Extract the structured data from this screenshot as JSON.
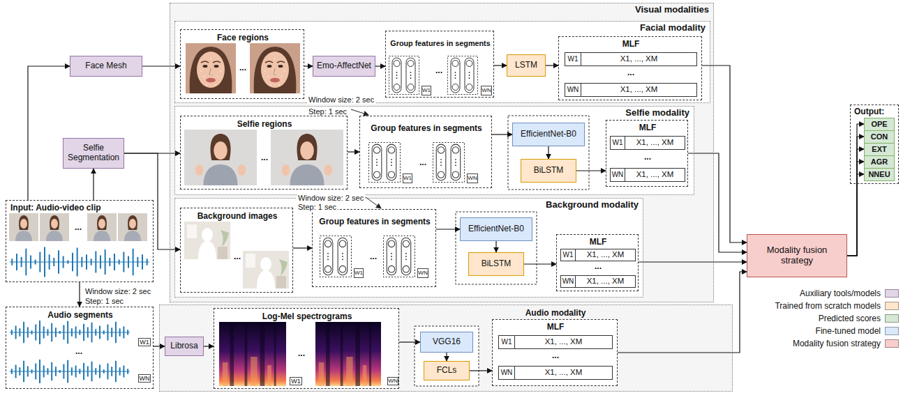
{
  "diagram": {
    "nodes": [
      {
        "text": [
          "Visual modalities"
        ]
      },
      {
        "text": [
          "Facial modality"
        ],
        "in": 0
      },
      {
        "text": [
          "Face regions",
          "..."
        ],
        "in": 1
      },
      {
        "text": [
          "Emo-AffectNet"
        ],
        "in": 1
      },
      {
        "text": [
          "Group features in segments",
          "...",
          "W1",
          "WN"
        ],
        "in": 1
      },
      {
        "text": [
          "LSTM"
        ],
        "in": 1
      },
      {
        "text": [
          "MLF",
          "W1",
          "X1, ..., XM",
          "...",
          "WN",
          "X1, ..., XM"
        ],
        "in": 1
      },
      {
        "text": [
          "Selfie modality"
        ],
        "in": 0
      },
      {
        "text": [
          "Selfie regions",
          "..."
        ],
        "in": 7
      },
      {
        "text": [
          "Group features in segments",
          "...",
          "W1",
          "WN"
        ],
        "in": 7
      },
      {
        "text": [
          "EfficientNet-B0"
        ],
        "in": 7
      },
      {
        "text": [
          "BiLSTM"
        ],
        "in": 7
      },
      {
        "text": [
          "MLF",
          "W1",
          "X1, ..., XM",
          "...",
          "WN",
          "X1, ..., XM"
        ],
        "in": 7
      },
      {
        "text": [
          "Background modality"
        ],
        "in": 0
      },
      {
        "text": [
          "Background images",
          "..."
        ],
        "in": 13
      },
      {
        "text": [
          "Group features in segments",
          "...",
          "W1",
          "WN"
        ],
        "in": 13
      },
      {
        "text": [
          "EfficientNet-B0"
        ],
        "in": 13
      },
      {
        "text": [
          "BiLSTM"
        ],
        "in": 13
      },
      {
        "text": [
          "MLF",
          "W1",
          "X1, ..., XM",
          "...",
          "WN",
          "X1, ..., XM"
        ],
        "in": 13
      },
      {
        "text": [
          "Face Mesh"
        ]
      },
      {
        "text": [
          "Selfie Segmentation"
        ]
      },
      {
        "text": [
          "Input: Audio-video clip",
          "..."
        ]
      },
      {
        "text": [
          "Audio segments",
          "...",
          "W1",
          "WN"
        ]
      },
      {
        "text": [
          "Audio modality"
        ]
      },
      {
        "text": [
          "Librosa"
        ],
        "in": 23
      },
      {
        "text": [
          "Log-Mel spectrograms",
          "...",
          "W1",
          "WN"
        ],
        "in": 23
      },
      {
        "text": [
          "VGG16"
        ],
        "in": 23
      },
      {
        "text": [
          "FCLs"
        ],
        "in": 23
      },
      {
        "text": [
          "MLF",
          "W1",
          "X1, ..., XM",
          "...",
          "WN",
          "X1, ..., XM"
        ],
        "in": 23
      },
      {
        "text": [
          "Modality fusion strategy"
        ]
      },
      {
        "text": [
          "Output:"
        ]
      },
      {
        "text": [
          "OPE"
        ],
        "in": 30
      },
      {
        "text": [
          "CON"
        ],
        "in": 30
      },
      {
        "text": [
          "EXT"
        ],
        "in": 30
      },
      {
        "text": [
          "AGR"
        ],
        "in": 30
      },
      {
        "text": [
          "NNEU"
        ],
        "in": 30
      }
    ],
    "edges": [
      {
        "from": 21,
        "to": 19,
        "arrow": "to"
      },
      {
        "from": 21,
        "to": 20,
        "arrow": "to"
      },
      {
        "from": 21,
        "to": 22,
        "arrow": "to"
      },
      {
        "from": 19,
        "to": 2,
        "arrow": "to"
      },
      {
        "from": 20,
        "to": 8,
        "arrow": "to"
      },
      {
        "from": 20,
        "to": 14,
        "arrow": "to"
      },
      {
        "from": 2,
        "to": 3,
        "arrow": "to"
      },
      {
        "from": 3,
        "to": 4,
        "arrow": "to"
      },
      {
        "from": 4,
        "to": 5,
        "arrow": "to"
      },
      {
        "from": 5,
        "to": 6,
        "arrow": "to"
      },
      {
        "from": 8,
        "to": 9,
        "arrow": "to"
      },
      {
        "from": 9,
        "to": 10,
        "arrow": "to"
      },
      {
        "from": 10,
        "to": 11,
        "arrow": "to"
      },
      {
        "from": 11,
        "to": 12,
        "arrow": "to"
      },
      {
        "from": 14,
        "to": 15,
        "arrow": "to"
      },
      {
        "from": 15,
        "to": 16,
        "arrow": "to"
      },
      {
        "from": 16,
        "to": 17,
        "arrow": "to"
      },
      {
        "from": 17,
        "to": 18,
        "arrow": "to"
      },
      {
        "from": 22,
        "to": 24,
        "arrow": "to"
      },
      {
        "from": 24,
        "to": 25,
        "arrow": "to"
      },
      {
        "from": 25,
        "to": 26,
        "arrow": "to"
      },
      {
        "from": 26,
        "to": 27,
        "arrow": "to"
      },
      {
        "from": 27,
        "to": 28,
        "arrow": "to"
      },
      {
        "from": 6,
        "to": 29,
        "arrow": "to"
      },
      {
        "from": 12,
        "to": 29,
        "arrow": "to"
      },
      {
        "from": 18,
        "to": 29,
        "arrow": "to"
      },
      {
        "from": 28,
        "to": 29,
        "arrow": "to"
      },
      {
        "from": 29,
        "to": 31,
        "arrow": "to"
      },
      {
        "from": 29,
        "to": 32,
        "arrow": "to"
      },
      {
        "from": 29,
        "to": 33,
        "arrow": "to"
      },
      {
        "from": 29,
        "to": 34,
        "arrow": "to"
      },
      {
        "from": 29,
        "to": 35,
        "arrow": "to"
      }
    ],
    "labels": [
      "Window size: 2 sec",
      "Step: 1 sec",
      "Window size: 2 sec",
      "Step: 1 sec",
      "Window size: 2 sec",
      "Step: 1 sec"
    ],
    "legend": [
      {
        "text": "Auxiliary tools/models",
        "color": "#e1d5e7"
      },
      {
        "text": "Trained from scratch models",
        "color": "#ffe6cc"
      },
      {
        "text": "Predicted scores",
        "color": "#d5e8d4"
      },
      {
        "text": "Fine-tuned model",
        "color": "#dae8fc"
      },
      {
        "text": "Modality fusion strategy",
        "color": "#f8cecc"
      }
    ]
  }
}
